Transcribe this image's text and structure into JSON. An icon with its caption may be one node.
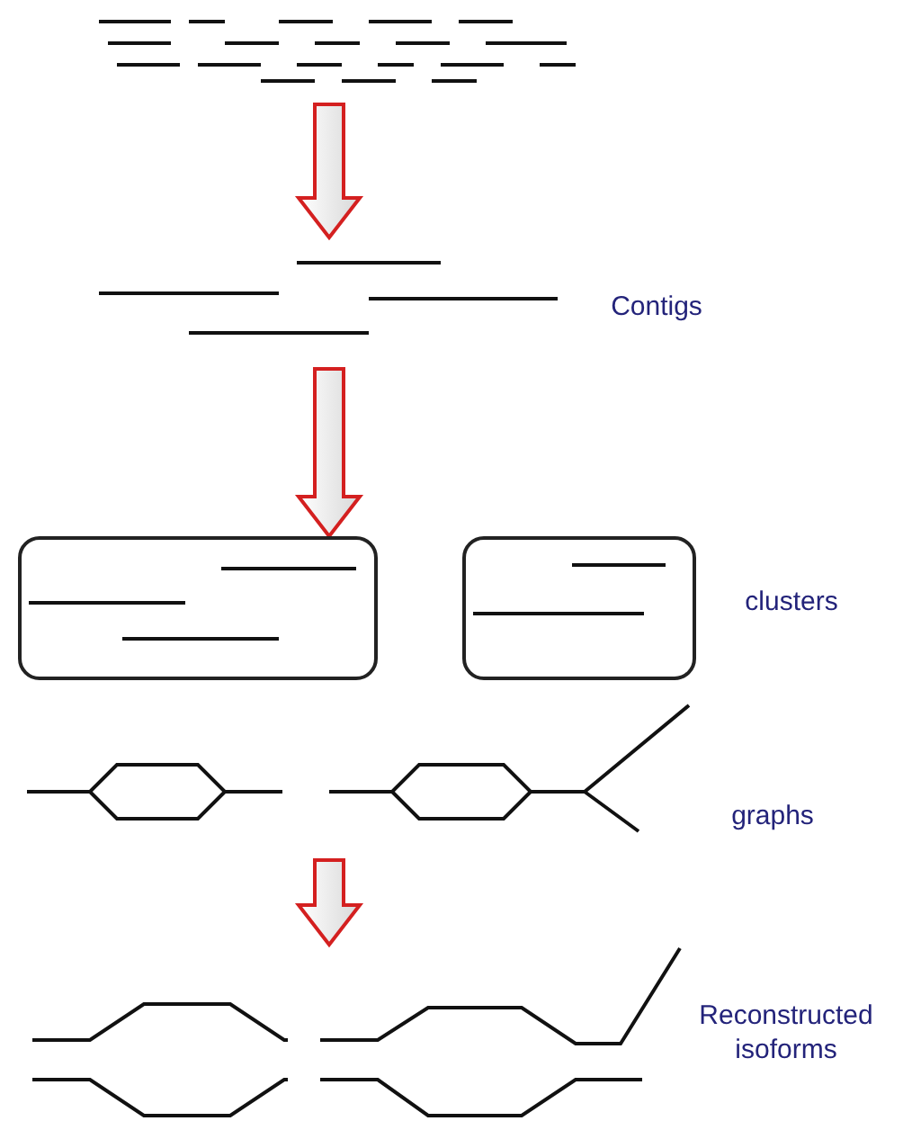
{
  "diagram": {
    "nodes": [
      {
        "text": [],
        "shape": "picture"
      },
      {
        "text": [],
        "shape": "picture",
        "beside": [
          "Contigs"
        ]
      },
      {
        "text": [],
        "shape": "box"
      },
      {
        "text": [],
        "shape": "box",
        "beside": [
          "clusters"
        ]
      },
      {
        "text": [],
        "shape": "picture",
        "beside": [
          "graphs"
        ]
      },
      {
        "text": [],
        "shape": "picture",
        "beside": [
          "Reconstructed isoforms"
        ]
      }
    ],
    "edges": [
      {
        "from": 0,
        "to": 1,
        "arrow": "to",
        "style": "thick",
        "color": "#d42020"
      },
      {
        "from": 1,
        "to": 2,
        "arrow": "to",
        "style": "thick",
        "color": "#d42020"
      },
      {
        "from": 4,
        "to": 5,
        "arrow": "to",
        "style": "thick",
        "color": "#d42020"
      }
    ]
  }
}
